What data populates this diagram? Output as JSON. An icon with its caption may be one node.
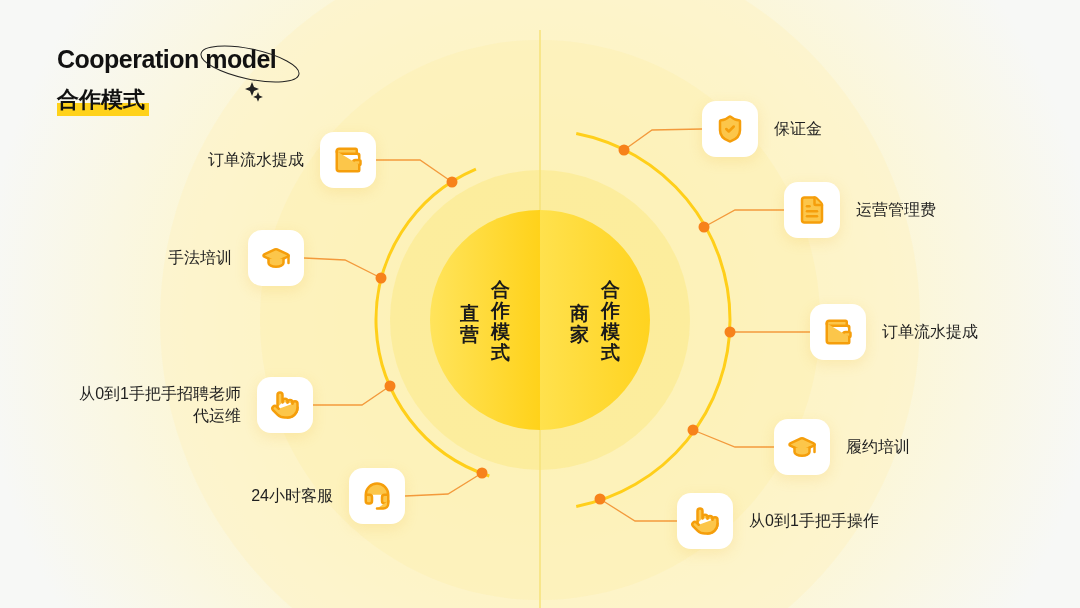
{
  "diagram": {
    "title": "Cooperation model",
    "nodes": [
      {
        "text": [
          "直营",
          "合作模式"
        ]
      },
      {
        "text": [
          "商家",
          "合作模式"
        ]
      },
      {
        "text": [
          "订单流水提成"
        ]
      },
      {
        "text": [
          "手法培训"
        ]
      },
      {
        "text": [
          "从0到1手把手招聘老师代运维"
        ]
      },
      {
        "text": [
          "24小时客服"
        ]
      },
      {
        "text": [
          "保证金"
        ]
      },
      {
        "text": [
          "运营管理费"
        ]
      },
      {
        "text": [
          "订单流水提成"
        ]
      },
      {
        "text": [
          "履约培训"
        ]
      },
      {
        "text": [
          "从0到1手把手操作"
        ]
      }
    ],
    "edges": [
      {
        "from": 2,
        "to": null,
        "arrow": "none"
      },
      {
        "from": 3,
        "to": null,
        "arrow": "none"
      },
      {
        "from": 4,
        "to": null,
        "arrow": "none"
      },
      {
        "from": 5,
        "to": null,
        "arrow": "none"
      },
      {
        "from": 6,
        "to": null,
        "arrow": "none"
      },
      {
        "from": 7,
        "to": null,
        "arrow": "none"
      },
      {
        "from": 8,
        "to": null,
        "arrow": "none"
      },
      {
        "from": 9,
        "to": null,
        "arrow": "none"
      },
      {
        "from": 10,
        "to": null,
        "arrow": "none"
      }
    ],
    "labels": [
      "合作模式"
    ]
  }
}
